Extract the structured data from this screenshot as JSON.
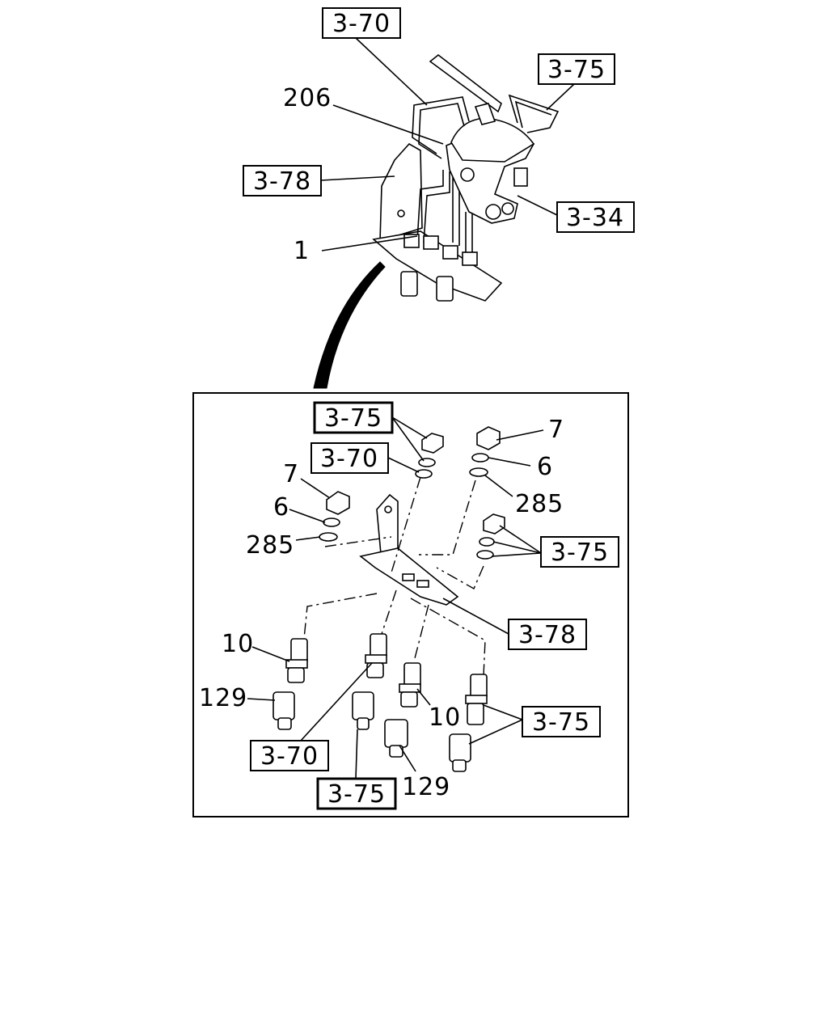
{
  "diagram": {
    "top_assembly": {
      "callouts": {
        "ref_3_70": "3-70",
        "ref_3_75": "3-75",
        "ref_3_78": "3-78",
        "ref_3_34": "3-34",
        "part_206": "206",
        "part_1": "1"
      }
    },
    "detail_panel": {
      "callouts": {
        "ref_3_75_top": "3-75",
        "ref_3_70_top": "3-70",
        "part_7_left": "7",
        "part_6_left": "6",
        "part_285_left": "285",
        "part_7_right": "7",
        "part_6_right": "6",
        "part_285_right": "285",
        "ref_3_75_right": "3-75",
        "ref_3_78": "3-78",
        "part_10_left": "10",
        "part_129_left": "129",
        "ref_3_70_bottom": "3-70",
        "ref_3_75_bottom": "3-75",
        "part_129_center": "129",
        "part_10_center": "10",
        "ref_3_75_bottom_right": "3-75"
      }
    }
  }
}
